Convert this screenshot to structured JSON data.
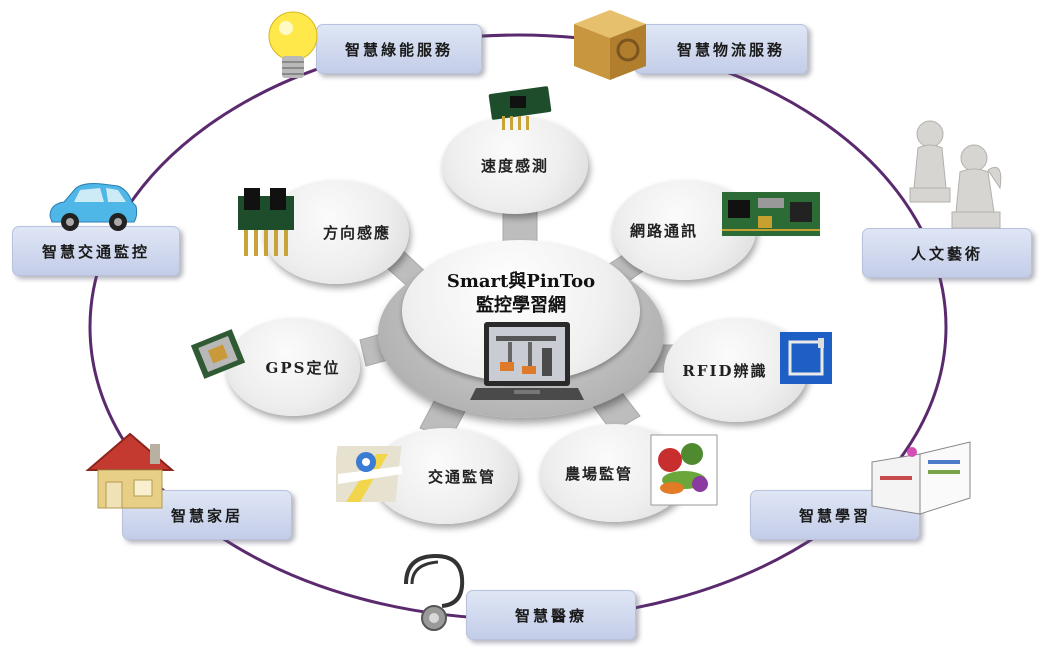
{
  "hub": {
    "title_line1": "Smart與PinToo",
    "title_line2": "監控學習網",
    "icon": "laptop-icon"
  },
  "satellites": {
    "speed": "速度感測",
    "network": "網路通訊",
    "direction": "方向感應",
    "gps": "GPS定位",
    "rfid": "RFID辨識",
    "traffic_mgmt": "交通監管",
    "farm_mgmt": "農場監管"
  },
  "services": {
    "energy": "智慧綠能服務",
    "logistics": "智慧物流服務",
    "traffic_monitor": "智慧交通監控",
    "humanities": "人文藝術",
    "home": "智慧家居",
    "learning": "智慧學習",
    "medical": "智慧醫療"
  },
  "icons": [
    "light-bulb-icon",
    "package-box-icon",
    "car-icon",
    "angel-statue-icon",
    "house-icon",
    "open-book-icon",
    "stethoscope-icon",
    "sensor-chip-icon",
    "circuit-board-icon",
    "gps-module-icon",
    "rfid-tag-icon",
    "map-pin-icon",
    "vegetables-icon"
  ],
  "colors": {
    "ring": "#5b2a6e",
    "box_fill": "#c9d3ec",
    "hub_ring": "#b4b4b4",
    "satellite_fill": "#eeeeee"
  }
}
